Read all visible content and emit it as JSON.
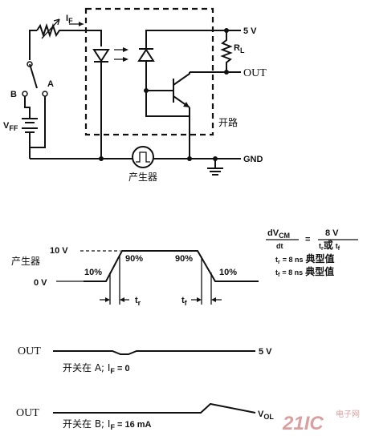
{
  "circuit": {
    "if_label": "I",
    "if_sub": "F",
    "vcc_label": "5 V",
    "rl_label": "R",
    "rl_sub": "L",
    "out_label": "OUT",
    "open_collector_label": "开路",
    "gnd_label": "GND",
    "switch_b_label": "B",
    "switch_a_label": "A",
    "vff_label": "V",
    "vff_sub": "FF",
    "generator_label": "产生器"
  },
  "pulse": {
    "generator_label": "产生器",
    "high_level": "10 V",
    "low_level": "0 V",
    "rise_low_pct": "10%",
    "rise_high_pct": "90%",
    "fall_high_pct": "90%",
    "fall_low_pct": "10%",
    "tr_label": "t",
    "tr_sub": "r",
    "tf_label": "t",
    "tf_sub": "f"
  },
  "formula": {
    "dv_num": "dV",
    "dv_sub": "CM",
    "dv_den": "dt",
    "equals": "=",
    "rhs_num": "8 V",
    "rhs_den_tr": "t",
    "rhs_den_tr_sub": "r",
    "rhs_den_or": "或",
    "rhs_den_tf": "t",
    "rhs_den_tf_sub": "f",
    "line1": "t",
    "line1_sub": "r",
    "line1_val": "= 8 ns",
    "line1_cn": "典型值",
    "line2": "t",
    "line2_sub": "f",
    "line2_val": "= 8 ns",
    "line2_cn": "典型值"
  },
  "out_a": {
    "out_label": "OUT",
    "level": "5 V",
    "caption": "开关在 A; I",
    "caption_sub": "F",
    "caption_val": " = 0"
  },
  "out_b": {
    "out_label": "OUT",
    "level": "V",
    "level_sub": "OL",
    "caption": "开关在 B; I",
    "caption_sub": "F",
    "caption_val": " = 16 mA"
  },
  "watermark": {
    "brand": "21IC",
    "cn": "电子网"
  }
}
